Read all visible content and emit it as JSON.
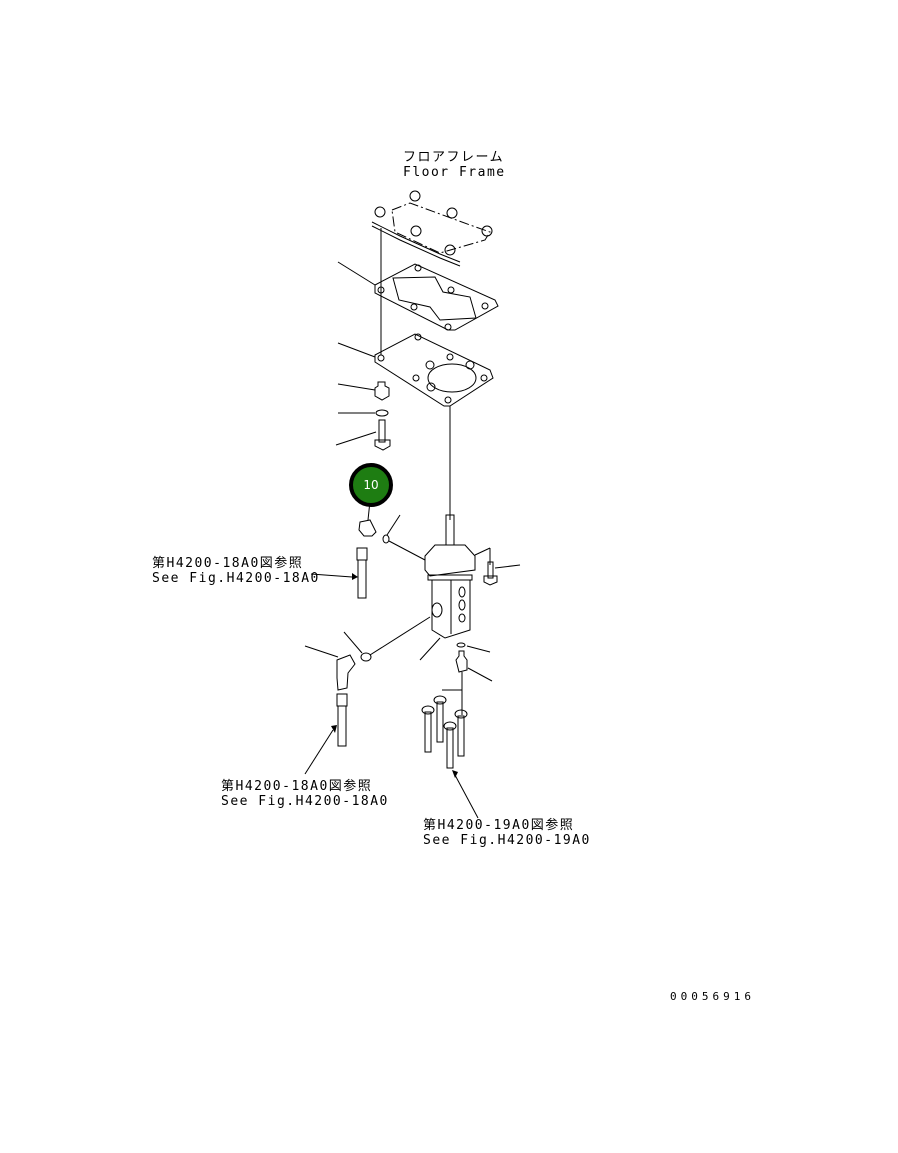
{
  "diagram": {
    "type": "exploded-parts-diagram",
    "document_number": "00056916",
    "labels": {
      "floor_frame": {
        "jp": "フロアフレーム",
        "en": "Floor Frame"
      },
      "ref_left_top": {
        "jp": "第H4200-18A0図参照",
        "en": "See Fig.H4200-18A0"
      },
      "ref_left_bottom": {
        "jp": "第H4200-18A0図参照",
        "en": "See Fig.H4200-18A0"
      },
      "ref_right_bottom": {
        "jp": "第H4200-19A0図参照",
        "en": "See Fig.H4200-19A0"
      }
    },
    "callouts": [
      {
        "number": "10",
        "color": "#1e7d12",
        "border": "#000000",
        "text_color": "#ffffff"
      }
    ],
    "parts": [
      "floor-frame-bracket",
      "gasket-plate",
      "mounting-plate",
      "cap-nut",
      "washer",
      "flange-bolt",
      "elbow-fitting",
      "o-ring",
      "valve-body",
      "side-bolt",
      "elbow-hose-fitting",
      "o-ring-lower",
      "grease-nipple",
      "hose-pipes"
    ]
  }
}
